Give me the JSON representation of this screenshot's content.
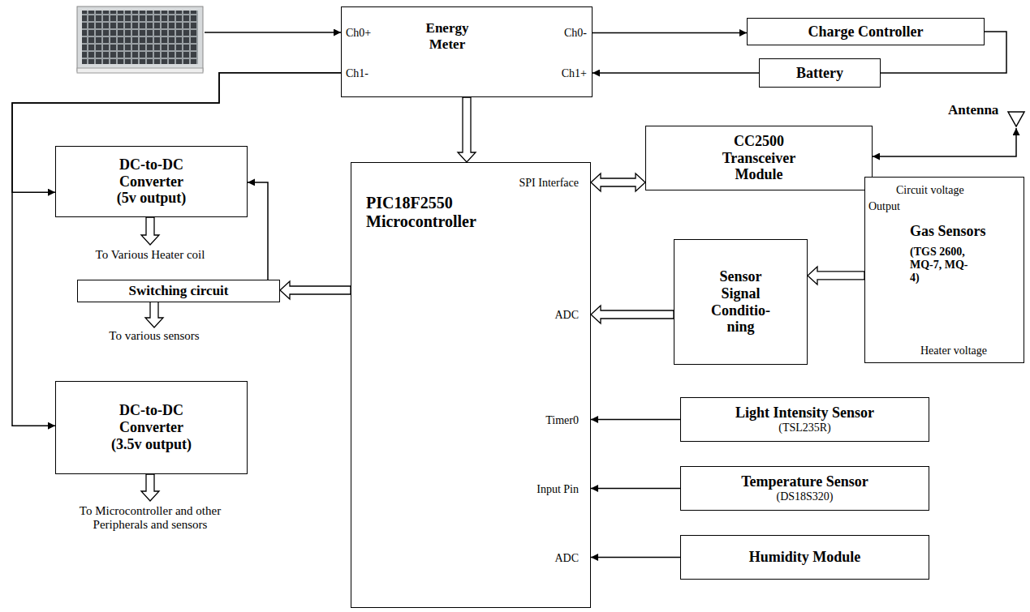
{
  "diagram": {
    "nodes": [
      {
        "text": [
          "Energy Meter",
          "Ch0+",
          "Ch1-",
          "Ch0-",
          "Ch1+"
        ]
      },
      {
        "text": [
          "Charge Controller"
        ]
      },
      {
        "text": [
          "Battery"
        ]
      },
      {
        "text": [
          "CC2500 Transceiver Module"
        ]
      },
      {
        "text": [
          "DC-to-DC Converter (5v output)"
        ]
      },
      {
        "text": [
          "PIC18F2550 Microcontroller",
          "SPI Interface",
          "ADC",
          "Timer0",
          "Input Pin",
          "ADC"
        ]
      },
      {
        "text": [
          "Sensor Signal Conditio- ning"
        ]
      },
      {
        "text": [
          "Circuit voltage",
          "Output",
          "Gas Sensors",
          "(TGS 2600, MQ-7, MQ-4)",
          "Heater voltage"
        ]
      },
      {
        "text": [
          "Switching circuit"
        ]
      },
      {
        "text": [
          "DC-to-DC Converter (3.5v output)"
        ]
      },
      {
        "text": [
          "Light Intensity Sensor",
          "(TSL235R)"
        ]
      },
      {
        "text": [
          "Temperature Sensor",
          "(DS18S320)"
        ]
      },
      {
        "text": [
          "Humidity Module"
        ]
      }
    ],
    "edges": [
      {
        "from": 0,
        "to": 1,
        "arrow": "to"
      },
      {
        "from": 1,
        "to": 2,
        "arrow": "none"
      },
      {
        "from": 2,
        "to": 0,
        "arrow": "to"
      },
      {
        "from": 0,
        "to": 5,
        "arrow": "to"
      },
      {
        "from": 5,
        "to": 3,
        "arrow": "both"
      },
      {
        "from": 7,
        "to": 6,
        "arrow": "to"
      },
      {
        "from": 6,
        "to": 5,
        "arrow": "to"
      },
      {
        "from": 10,
        "to": 5,
        "arrow": "to"
      },
      {
        "from": 11,
        "to": 5,
        "arrow": "to"
      },
      {
        "from": 12,
        "to": 5,
        "arrow": "to"
      },
      {
        "from": 5,
        "to": 8,
        "arrow": "to"
      },
      {
        "from": 8,
        "to": 4,
        "arrow": "to"
      },
      {
        "from": 0,
        "to": 4,
        "arrow": "to"
      },
      {
        "from": 0,
        "to": 9,
        "arrow": "to"
      }
    ],
    "labels": [
      "Antenna",
      "To Various Heater coil",
      "To various sensors",
      "To Microcontroller and other Peripherals and sensors"
    ]
  }
}
